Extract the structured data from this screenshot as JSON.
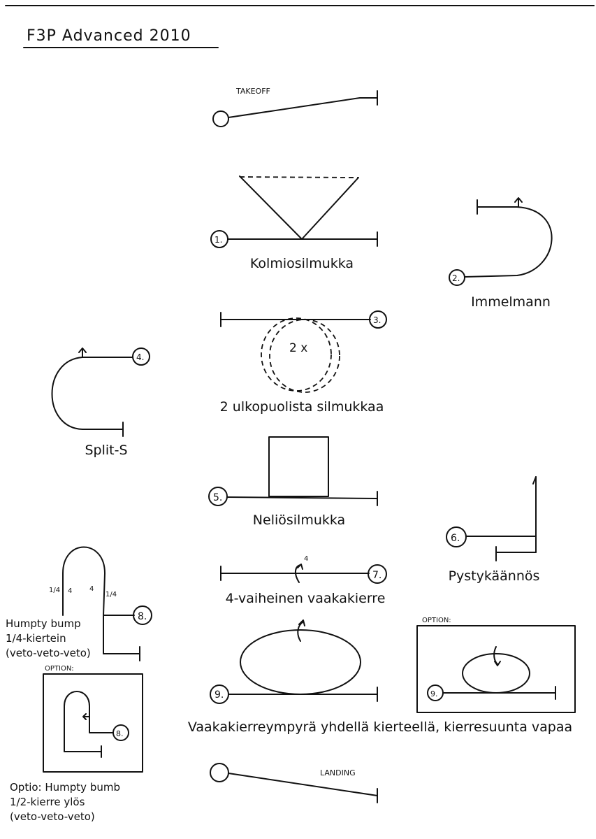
{
  "title": "F3P Advanced 2010",
  "takeoff": "TAKEOFF",
  "landing": "LANDING",
  "option": "OPTION:",
  "twox": "2 x",
  "quarter": "1/4",
  "four": "4",
  "numbers": {
    "n1": "1.",
    "n2": "2.",
    "n3": "3.",
    "n4": "4.",
    "n5": "5.",
    "n6": "6.",
    "n7": "7.",
    "n8": "8.",
    "n9": "9."
  },
  "maneuvers": {
    "m1": "Kolmiosilmukka",
    "m2": "Immelmann",
    "m3": "2 ulkopuolista silmukkaa",
    "m4": "Split-S",
    "m5": "Neliösilmukka",
    "m6": "Pystykäännös",
    "m7": "4-vaiheinen vaakakierre",
    "m8": [
      "Humpty bump",
      "1/4-kiertein",
      "(veto-veto-veto)"
    ],
    "m8opt": [
      "Optio: Humpty bumb",
      "1/2-kierre ylös",
      "(veto-veto-veto)"
    ],
    "m9": "Vaakakierreympyrä yhdellä kierteellä, kierresuunta vapaa"
  }
}
